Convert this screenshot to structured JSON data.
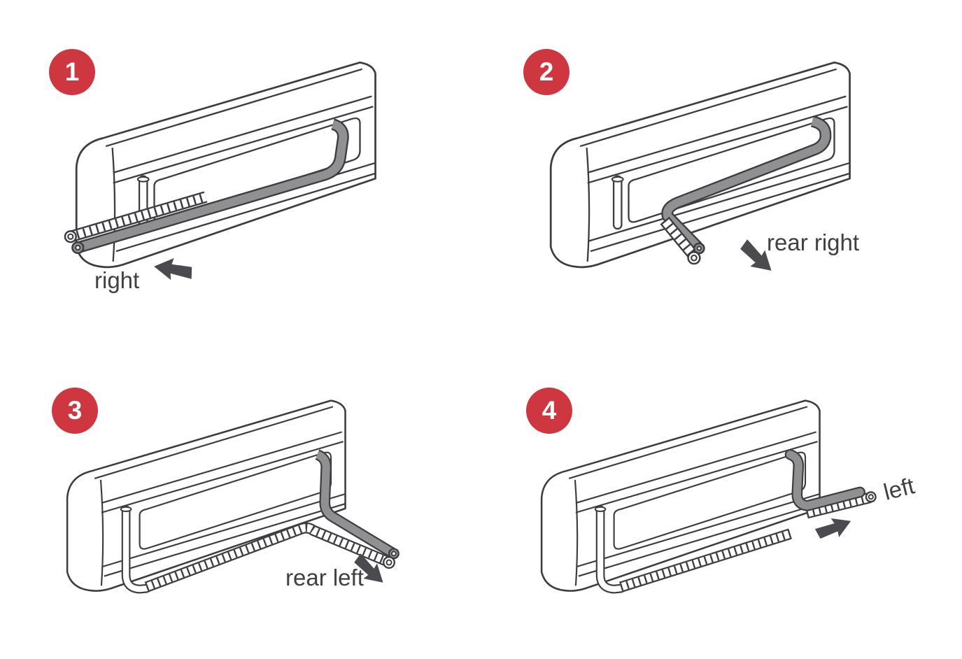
{
  "panels": [
    {
      "number": "1",
      "label": "right",
      "arrow_direction": "left"
    },
    {
      "number": "2",
      "label": "rear right",
      "arrow_direction": "down-right"
    },
    {
      "number": "3",
      "label": "rear left",
      "arrow_direction": "down-right"
    },
    {
      "number": "4",
      "label": "left",
      "arrow_direction": "up-right"
    }
  ],
  "colors": {
    "badge": "#CE3640",
    "badge_text": "#FFFFFF",
    "line": "#3C3C41",
    "pipe_gray": "#909092",
    "arrow": "#4A4A4F",
    "label_text": "#3F3F44",
    "background": "#FFFFFF"
  }
}
